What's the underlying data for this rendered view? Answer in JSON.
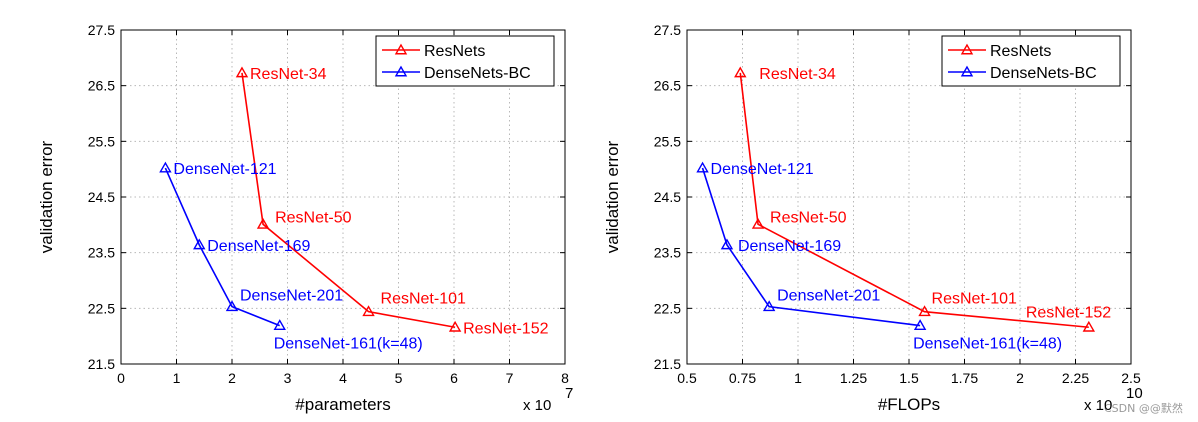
{
  "colors": {
    "resnet": "#ff0000",
    "densenet": "#0000ff",
    "grid": "#b8b8b8"
  },
  "watermark": "CSDN @@默然",
  "chart_data": [
    {
      "type": "line",
      "xlabel": "#parameters",
      "ylabel": "validation error",
      "x_exponent_label": "x 10",
      "x_exponent_power": "7",
      "xlim": [
        0,
        8
      ],
      "ylim": [
        21.5,
        27.5
      ],
      "xticks": [
        0,
        1,
        2,
        3,
        4,
        5,
        6,
        7,
        8
      ],
      "xtick_labels": [
        "0",
        "1",
        "2",
        "3",
        "4",
        "5",
        "6",
        "7",
        "8"
      ],
      "yticks": [
        21.5,
        22.5,
        23.5,
        24.5,
        25.5,
        26.5,
        27.5
      ],
      "ytick_labels": [
        "21.5",
        "22.5",
        "23.5",
        "24.5",
        "25.5",
        "26.5",
        "27.5"
      ],
      "grid": true,
      "legend_position": "top-right",
      "series": [
        {
          "name": "ResNets",
          "color_key": "resnet",
          "points": [
            {
              "x": 2.18,
              "y": 26.73,
              "label": "ResNet-34"
            },
            {
              "x": 2.56,
              "y": 24.01,
              "label": "ResNet-50"
            },
            {
              "x": 4.46,
              "y": 22.44,
              "label": "ResNet-101"
            },
            {
              "x": 6.02,
              "y": 22.16,
              "label": "ResNet-152"
            }
          ]
        },
        {
          "name": "DenseNets-BC",
          "color_key": "densenet",
          "points": [
            {
              "x": 0.8,
              "y": 25.02,
              "label": "DenseNet-121"
            },
            {
              "x": 1.41,
              "y": 23.64,
              "label": "DenseNet-169"
            },
            {
              "x": 2.0,
              "y": 22.53,
              "label": "DenseNet-201"
            },
            {
              "x": 2.86,
              "y": 22.19,
              "label": "DenseNet-161(k=48)"
            }
          ]
        }
      ]
    },
    {
      "type": "line",
      "xlabel": "#FLOPs",
      "ylabel": "validation error",
      "x_exponent_label": "x 10",
      "x_exponent_power": "10",
      "xlim": [
        0.5,
        2.5
      ],
      "ylim": [
        21.5,
        27.5
      ],
      "xticks": [
        0.5,
        0.75,
        1,
        1.25,
        1.5,
        1.75,
        2,
        2.25,
        2.5
      ],
      "xtick_labels": [
        "0.5",
        "0.75",
        "1",
        "1.25",
        "1.5",
        "1.75",
        "2",
        "2.25",
        "2.5"
      ],
      "yticks": [
        21.5,
        22.5,
        23.5,
        24.5,
        25.5,
        26.5,
        27.5
      ],
      "ytick_labels": [
        "21.5",
        "22.5",
        "23.5",
        "24.5",
        "25.5",
        "26.5",
        "27.5"
      ],
      "grid": true,
      "legend_position": "top-right",
      "series": [
        {
          "name": "ResNets",
          "color_key": "resnet",
          "points": [
            {
              "x": 0.74,
              "y": 26.73,
              "label": "ResNet-34"
            },
            {
              "x": 0.82,
              "y": 24.01,
              "label": "ResNet-50"
            },
            {
              "x": 1.57,
              "y": 22.44,
              "label": "ResNet-101"
            },
            {
              "x": 2.31,
              "y": 22.16,
              "label": "ResNet-152"
            }
          ]
        },
        {
          "name": "DenseNets-BC",
          "color_key": "densenet",
          "points": [
            {
              "x": 0.57,
              "y": 25.02,
              "label": "DenseNet-121"
            },
            {
              "x": 0.68,
              "y": 23.64,
              "label": "DenseNet-169"
            },
            {
              "x": 0.87,
              "y": 22.53,
              "label": "DenseNet-201"
            },
            {
              "x": 1.55,
              "y": 22.19,
              "label": "DenseNet-161(k=48)"
            }
          ]
        }
      ]
    }
  ]
}
